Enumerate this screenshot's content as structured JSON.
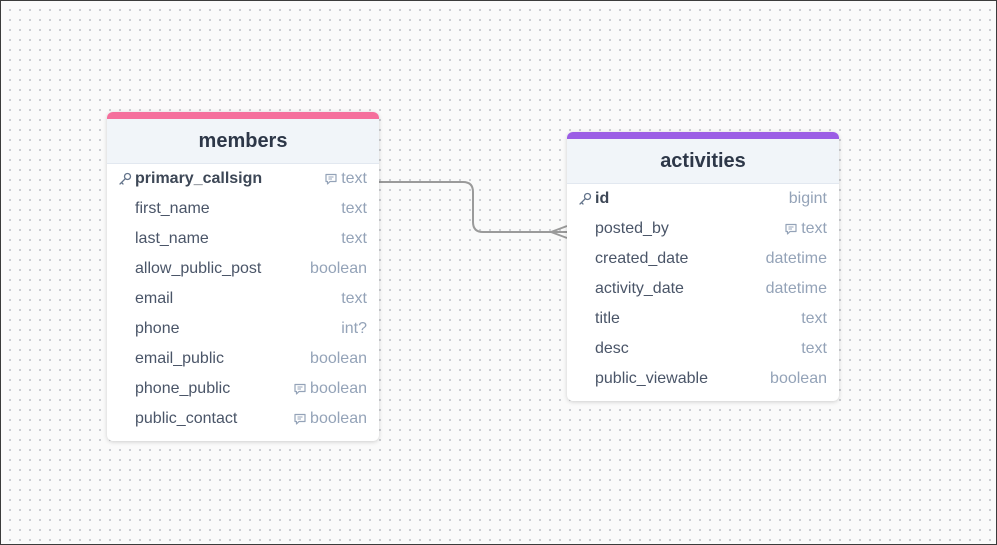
{
  "colors": {
    "members_accent": "#f56f9c",
    "activities_accent": "#9b5de5",
    "connector": "#9a9a9a"
  },
  "tables": [
    {
      "name": "members",
      "fields": [
        {
          "name": "primary_callsign",
          "type": "text",
          "pk": true,
          "note": true
        },
        {
          "name": "first_name",
          "type": "text"
        },
        {
          "name": "last_name",
          "type": "text"
        },
        {
          "name": "allow_public_post",
          "type": "boolean"
        },
        {
          "name": "email",
          "type": "text"
        },
        {
          "name": "phone",
          "type": "int?"
        },
        {
          "name": "email_public",
          "type": "boolean"
        },
        {
          "name": "phone_public",
          "type": "boolean",
          "note": true
        },
        {
          "name": "public_contact",
          "type": "boolean",
          "note": true
        }
      ]
    },
    {
      "name": "activities",
      "fields": [
        {
          "name": "id",
          "type": "bigint",
          "pk": true
        },
        {
          "name": "posted_by",
          "type": "text",
          "note": true
        },
        {
          "name": "created_date",
          "type": "datetime"
        },
        {
          "name": "activity_date",
          "type": "datetime"
        },
        {
          "name": "title",
          "type": "text"
        },
        {
          "name": "desc",
          "type": "text"
        },
        {
          "name": "public_viewable",
          "type": "boolean"
        }
      ]
    }
  ],
  "relationship": {
    "from": "members.primary_callsign",
    "to": "activities.posted_by",
    "cardinality": "one-to-many"
  }
}
